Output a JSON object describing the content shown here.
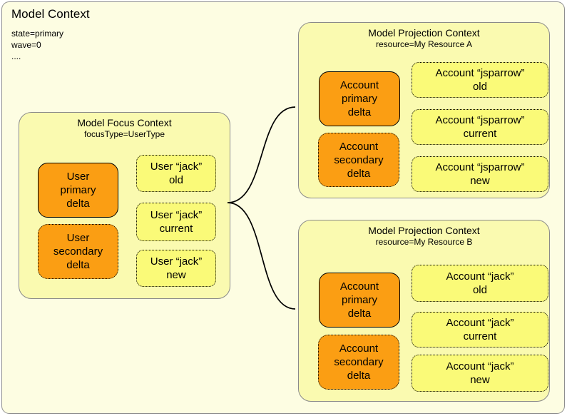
{
  "window": {
    "title": "Model Context",
    "meta": "state=primary\nwave=0\n...."
  },
  "focus_context": {
    "title": "Model Focus Context",
    "subtitle": "focusType=UserType",
    "primary_delta": "User\nprimary\ndelta",
    "secondary_delta": "User\nsecondary\ndelta",
    "items": [
      {
        "label": "User “jack”\nold"
      },
      {
        "label": "User “jack”\ncurrent"
      },
      {
        "label": "User “jack”\nnew"
      }
    ]
  },
  "projection_contexts": [
    {
      "title": "Model Projection Context",
      "subtitle": "resource=My Resource A",
      "primary_delta": "Account\nprimary\ndelta",
      "secondary_delta": "Account\nsecondary\ndelta",
      "items": [
        {
          "label": "Account “jsparrow”\nold"
        },
        {
          "label": "Account “jsparrow”\ncurrent"
        },
        {
          "label": "Account “jsparrow”\nnew"
        }
      ]
    },
    {
      "title": "Model Projection Context",
      "subtitle": "resource=My Resource B",
      "primary_delta": "Account\nprimary\ndelta",
      "secondary_delta": "Account\nsecondary\ndelta",
      "items": [
        {
          "label": "Account “jack”\nold"
        },
        {
          "label": "Account “jack”\ncurrent"
        },
        {
          "label": "Account “jack”\nnew"
        }
      ]
    }
  ],
  "colors": {
    "outer_fill": "#FDFDE2",
    "context_fill": "#FAFAB0",
    "item_fill": "#FAFA78",
    "delta_fill": "#FB9E13",
    "context_border": "#8A8A8A",
    "outer_border": "#8F8F8F",
    "connector_line": "#000000",
    "text": "#000000"
  }
}
